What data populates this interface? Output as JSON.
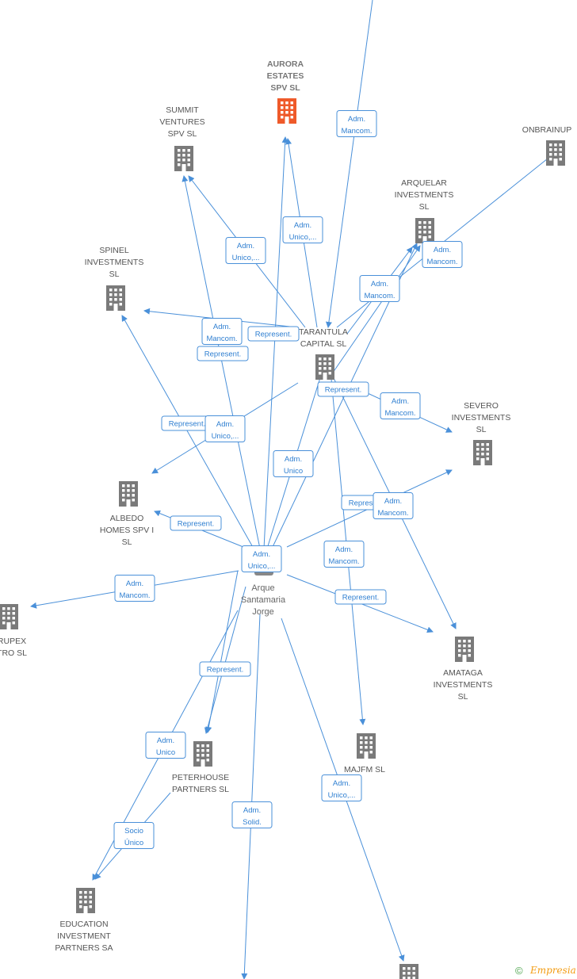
{
  "colors": {
    "edge": "#4a90d9",
    "building": "#7a7a7a",
    "building_focus": "#ef5a2a",
    "person": "#888888",
    "watermark": "#f39c12"
  },
  "nodes": [
    {
      "id": "aurora",
      "lines": [
        "AURORA",
        "ESTATES",
        "SPV  SL"
      ],
      "icon": "building-icon",
      "focus": true
    },
    {
      "id": "summit",
      "lines": [
        "SUMMIT",
        "VENTURES",
        "SPV  SL"
      ],
      "icon": "building-icon"
    },
    {
      "id": "onbrainup",
      "lines": [
        "ONBRAINUP"
      ],
      "icon": "building-icon"
    },
    {
      "id": "arquelar",
      "lines": [
        "ARQUELAR",
        "INVESTMENTS",
        "SL"
      ],
      "icon": "building-icon"
    },
    {
      "id": "spinel",
      "lines": [
        "SPINEL",
        "INVESTMENTS",
        "SL"
      ],
      "icon": "building-icon"
    },
    {
      "id": "tarantula",
      "lines": [
        "TARANTULA",
        "CAPITAL  SL"
      ],
      "icon": "building-icon"
    },
    {
      "id": "severo",
      "lines": [
        "SEVERO",
        "INVESTMENTS",
        "SL"
      ],
      "icon": "building-icon"
    },
    {
      "id": "albedo",
      "lines": [
        "ALBEDO",
        "HOMES SPV I",
        "SL"
      ],
      "icon": "building-icon"
    },
    {
      "id": "arque",
      "lines": [
        "Arque",
        "Santamaria",
        "Jorge"
      ],
      "icon": "person-icon"
    },
    {
      "id": "crupex",
      "lines": [
        "RUPEX",
        "TRO SL"
      ],
      "icon": "building-icon"
    },
    {
      "id": "amataga",
      "lines": [
        "AMATAGA",
        "INVESTMENTS",
        "SL"
      ],
      "icon": "building-icon"
    },
    {
      "id": "majfm",
      "lines": [
        "MAJFM  SL"
      ],
      "icon": "building-icon"
    },
    {
      "id": "peterhouse",
      "lines": [
        "PETERHOUSE",
        "PARTNERS  SL"
      ],
      "icon": "building-icon"
    },
    {
      "id": "education",
      "lines": [
        "EDUCATION",
        "INVESTMENT",
        "PARTNERS SA"
      ],
      "icon": "building-icon"
    },
    {
      "id": "bottom",
      "lines": [],
      "icon": "building-icon"
    }
  ],
  "edge_labels": [
    {
      "id": "e1",
      "lines": [
        "Adm.",
        "Mancom."
      ]
    },
    {
      "id": "e2",
      "lines": [
        "Adm.",
        "Unico,..."
      ]
    },
    {
      "id": "e3",
      "lines": [
        "Adm.",
        "Unico,..."
      ]
    },
    {
      "id": "e4",
      "lines": [
        "Adm.",
        "Mancom."
      ]
    },
    {
      "id": "e5",
      "lines": [
        "Adm.",
        "Mancom."
      ]
    },
    {
      "id": "e6",
      "lines": [
        "Adm.",
        "Mancom."
      ]
    },
    {
      "id": "e7",
      "lines": [
        "Represent."
      ]
    },
    {
      "id": "e8",
      "lines": [
        "Represent."
      ]
    },
    {
      "id": "e9",
      "lines": [
        "Represent."
      ]
    },
    {
      "id": "e10",
      "lines": [
        "Adm.",
        "Mancom."
      ]
    },
    {
      "id": "e11",
      "lines": [
        "Represent."
      ]
    },
    {
      "id": "e12",
      "lines": [
        "Adm.",
        "Unico,..."
      ]
    },
    {
      "id": "e13",
      "lines": [
        "Adm.",
        "Unico"
      ]
    },
    {
      "id": "e14",
      "lines": [
        "Represent."
      ]
    },
    {
      "id": "e15",
      "lines": [
        "Represent."
      ]
    },
    {
      "id": "e16",
      "lines": [
        "Adm.",
        "Mancom."
      ]
    },
    {
      "id": "e17",
      "lines": [
        "Adm.",
        "Unico,..."
      ]
    },
    {
      "id": "e18",
      "lines": [
        "Adm.",
        "Mancom."
      ]
    },
    {
      "id": "e19",
      "lines": [
        "Adm.",
        "Mancom."
      ]
    },
    {
      "id": "e20",
      "lines": [
        "Represent."
      ]
    },
    {
      "id": "e21",
      "lines": [
        "Represent."
      ]
    },
    {
      "id": "e22",
      "lines": [
        "Adm.",
        "Unico"
      ]
    },
    {
      "id": "e23",
      "lines": [
        "Adm.",
        "Solid."
      ]
    },
    {
      "id": "e24",
      "lines": [
        "Adm.",
        "Unico,..."
      ]
    },
    {
      "id": "e25",
      "lines": [
        "Socio",
        "Único"
      ]
    }
  ],
  "watermark": {
    "copyright": "©",
    "brand": "Empresia"
  }
}
